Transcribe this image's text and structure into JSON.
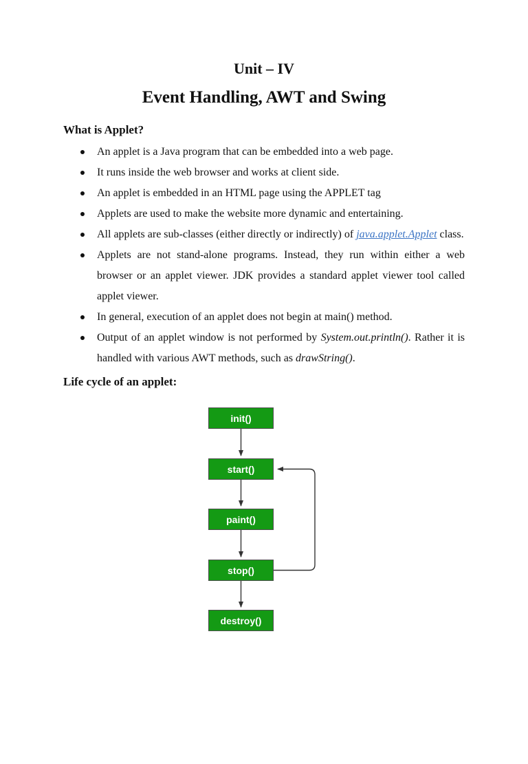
{
  "page": {
    "title": "Unit – IV",
    "subtitle": "Event Handling, AWT and Swing"
  },
  "sections": {
    "what_is_applet_heading": "What is Applet?",
    "life_cycle_heading": "Life cycle of an applet:"
  },
  "bullets": [
    {
      "segments": [
        {
          "text": "An applet is a Java program that can be embedded into a web page.",
          "style": "normal"
        }
      ]
    },
    {
      "segments": [
        {
          "text": "It runs inside the web browser and works at client side.",
          "style": "normal"
        }
      ]
    },
    {
      "segments": [
        {
          "text": "An applet is embedded in an HTML page using the APPLET tag",
          "style": "normal"
        }
      ]
    },
    {
      "segments": [
        {
          "text": "Applets are used to make the website more dynamic and entertaining.",
          "style": "normal"
        }
      ]
    },
    {
      "segments": [
        {
          "text": "All applets are sub-classes (either directly or indirectly) of ",
          "style": "normal"
        },
        {
          "text": "java.applet.Applet",
          "style": "link"
        },
        {
          "text": " class.",
          "style": "normal"
        }
      ]
    },
    {
      "segments": [
        {
          "text": "Applets are not stand-alone programs. Instead, they run within either a web browser or an applet viewer. JDK provides a standard applet viewer tool called applet viewer.",
          "style": "normal"
        }
      ]
    },
    {
      "segments": [
        {
          "text": "In general, execution of an applet does not begin at main() method.",
          "style": "normal"
        }
      ]
    },
    {
      "segments": [
        {
          "text": "Output of an applet window is not performed by ",
          "style": "normal"
        },
        {
          "text": "System.out.println()",
          "style": "italic"
        },
        {
          "text": ". Rather it is handled with various AWT methods, such as ",
          "style": "normal"
        },
        {
          "text": "drawString()",
          "style": "italic"
        },
        {
          "text": ".",
          "style": "normal"
        }
      ]
    }
  ],
  "flowchart": {
    "nodes": [
      {
        "label": "init()"
      },
      {
        "label": "start()"
      },
      {
        "label": "paint()"
      },
      {
        "label": "stop()"
      },
      {
        "label": "destroy()"
      }
    ],
    "colors": {
      "node_fill": "#149a14",
      "node_border": "#4d4d4d",
      "node_text": "#ffffff",
      "arrow": "#333333"
    }
  },
  "colors": {
    "link": "#3b74c4",
    "text": "#111111",
    "background": "#ffffff"
  }
}
